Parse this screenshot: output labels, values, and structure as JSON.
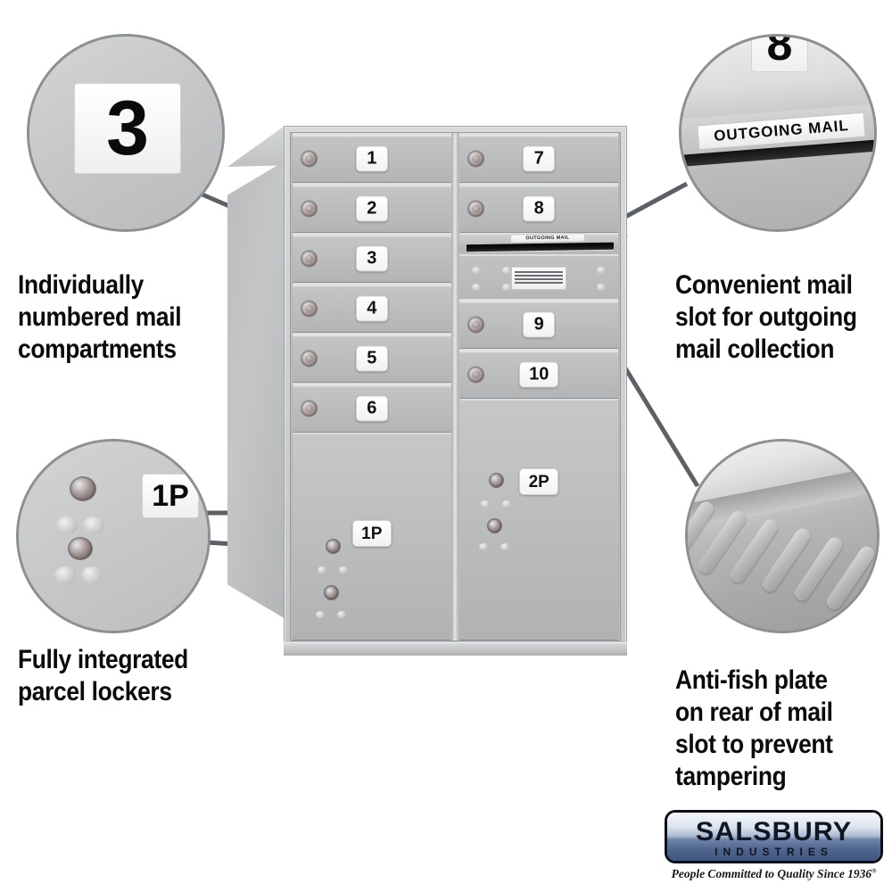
{
  "page": {
    "background": "#ffffff",
    "accent_gray": "#5d6166",
    "metal_gray": "#bcbec0"
  },
  "callouts": {
    "top_left": {
      "name": "individually-numbered-compartments",
      "caption_lines": [
        "Individually",
        "numbered mail",
        "compartments"
      ],
      "zoom_placard_label": "3"
    },
    "top_right": {
      "name": "outgoing-mail-slot",
      "caption_lines": [
        "Convenient mail",
        "slot for outgoing",
        "mail collection"
      ],
      "zoom_placard_label": "8",
      "zoom_slot_label": "OUTGOING MAIL"
    },
    "bottom_left": {
      "name": "integrated-parcel-lockers",
      "caption_lines": [
        "Fully integrated",
        "parcel lockers"
      ],
      "zoom_placard_label": "1P"
    },
    "bottom_right": {
      "name": "anti-fish-plate",
      "caption_lines": [
        "Anti-fish plate",
        "on rear of mail",
        "slot to prevent",
        "tampering"
      ]
    }
  },
  "mailbox": {
    "name": "salsbury-4c-horizontal-mailbox",
    "left_column": {
      "compartments": [
        "1",
        "2",
        "3",
        "4",
        "5",
        "6"
      ],
      "parcel_locker": "1P"
    },
    "right_column": {
      "compartments_top": [
        "7",
        "8"
      ],
      "outgoing_slot_label": "OUTGOING MAIL",
      "usps_access_panel": "usps-access-panel",
      "compartments_bottom": [
        "9",
        "10"
      ],
      "parcel_locker": "2P"
    }
  },
  "logo": {
    "brand": "SALSBURY",
    "sub": "INDUSTRIES",
    "tagline": "People Committed to Quality Since 1936",
    "registered_mark": "®"
  }
}
